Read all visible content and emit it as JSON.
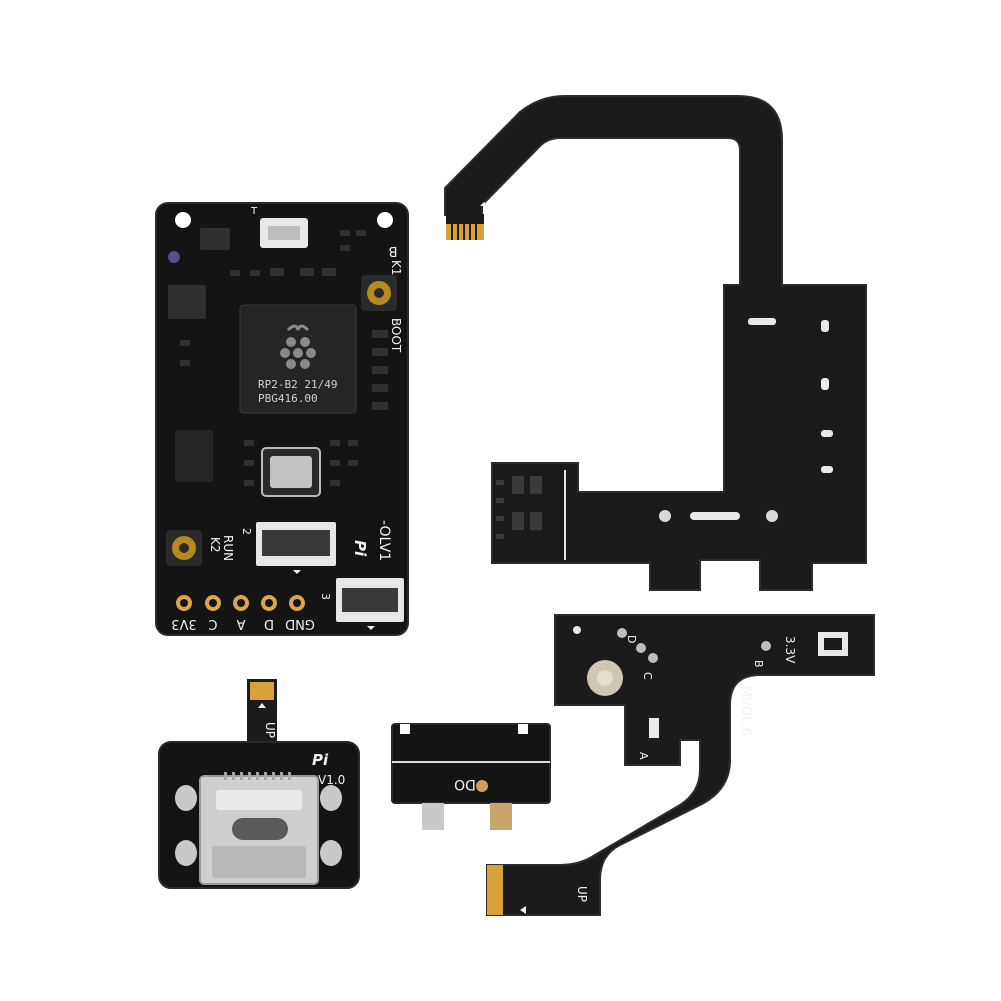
{
  "scene": {
    "background": "#ffffff",
    "pcb_color": "#141414",
    "flex_color": "#1b1b1b",
    "gold_color": "#d9a13a"
  },
  "main_board": {
    "labels": {
      "b": "B",
      "k1": "K1",
      "boot": "BOOT",
      "k2": "K2",
      "run": "RUN",
      "olv1": "-OLV1",
      "pi": "Pi",
      "conn2": "2",
      "conn3": "3",
      "marker_t": "T",
      "chip_line1": "RP2-B2  21/49",
      "chip_line2": "PBG416.00",
      "pads": [
        "3V3",
        "C",
        "A",
        "D",
        "GND"
      ]
    },
    "icons": [
      "raspberry-logo-icon",
      "crystal-oscillator-icon",
      "button-k1-icon",
      "button-k2-icon"
    ]
  },
  "usb_board": {
    "labels": {
      "up": "UP",
      "pi": "Pi",
      "version": "V1.0"
    },
    "icons": [
      "usb-c-port-icon"
    ]
  },
  "small_board": {
    "labels": {
      "mark": "DO"
    }
  },
  "flex_cable_b": {
    "labels": {
      "voltage": "3.3V",
      "b": "B",
      "d": "D",
      "c": "C",
      "a": "A",
      "model": "MVOL.6",
      "up": "UP"
    }
  }
}
